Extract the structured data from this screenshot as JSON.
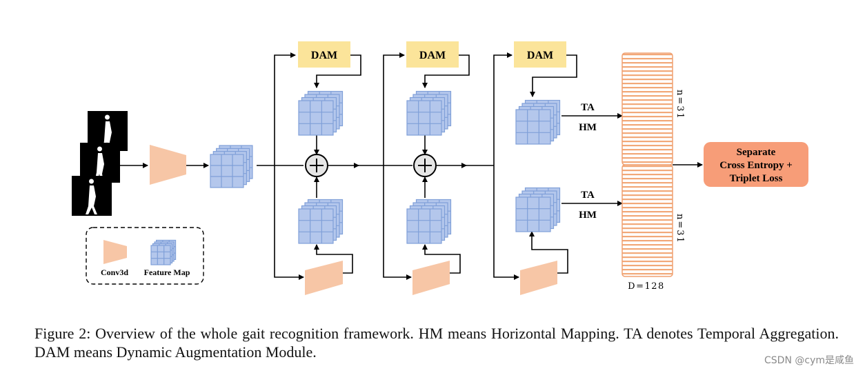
{
  "diagram": {
    "dam_label": "DAM",
    "ta_label": "TA",
    "hm_label": "HM",
    "n_label": "n=31",
    "d_label": "D=128",
    "output_lines": [
      "Separate",
      "Cross Entropy +",
      "Triplet Loss"
    ],
    "legend": {
      "conv_label": "Conv3d",
      "feature_label": "Feature Map"
    }
  },
  "caption": "Figure 2:  Overview of the whole gait recognition framework.  HM means Horizontal Mapping.  TA denotes Temporal Aggregation. DAM means Dynamic Augmentation Module.",
  "watermark": "CSDN @cym是咸鱼",
  "colors": {
    "dam_fill": "#fbe49a",
    "conv_fill": "#f7c6a6",
    "feature_fill": "#b4c7ec",
    "feature_stroke": "#7f9fd8",
    "output_fill": "#f79d78",
    "strip_stroke": "#f0a070"
  }
}
